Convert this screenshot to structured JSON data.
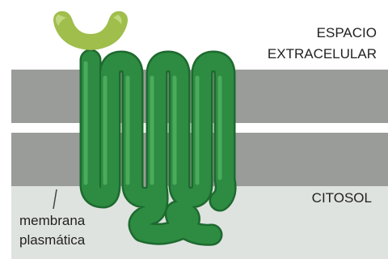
{
  "labels": {
    "extracellular_line1": "ESPACIO",
    "extracellular_line2": "EXTRACELULAR",
    "cytosol": "CITOSOL",
    "membrane_line1": "membrana",
    "membrane_line2": "plasmática"
  },
  "colors": {
    "background": "#ffffff",
    "cytosol": "#dfe3e0",
    "membrane_band": "#999c99",
    "protein_dark": "#1d6a2f",
    "protein_main": "#2e8b42",
    "protein_highlight": "#56b565",
    "ligand": "#9fbe4b",
    "ligand_highlight": "#c4da84",
    "pointer_line": "#444444"
  },
  "icons": {
    "receptor": "seven-pass-transmembrane-receptor-icon",
    "ligand": "ligand-icon"
  }
}
